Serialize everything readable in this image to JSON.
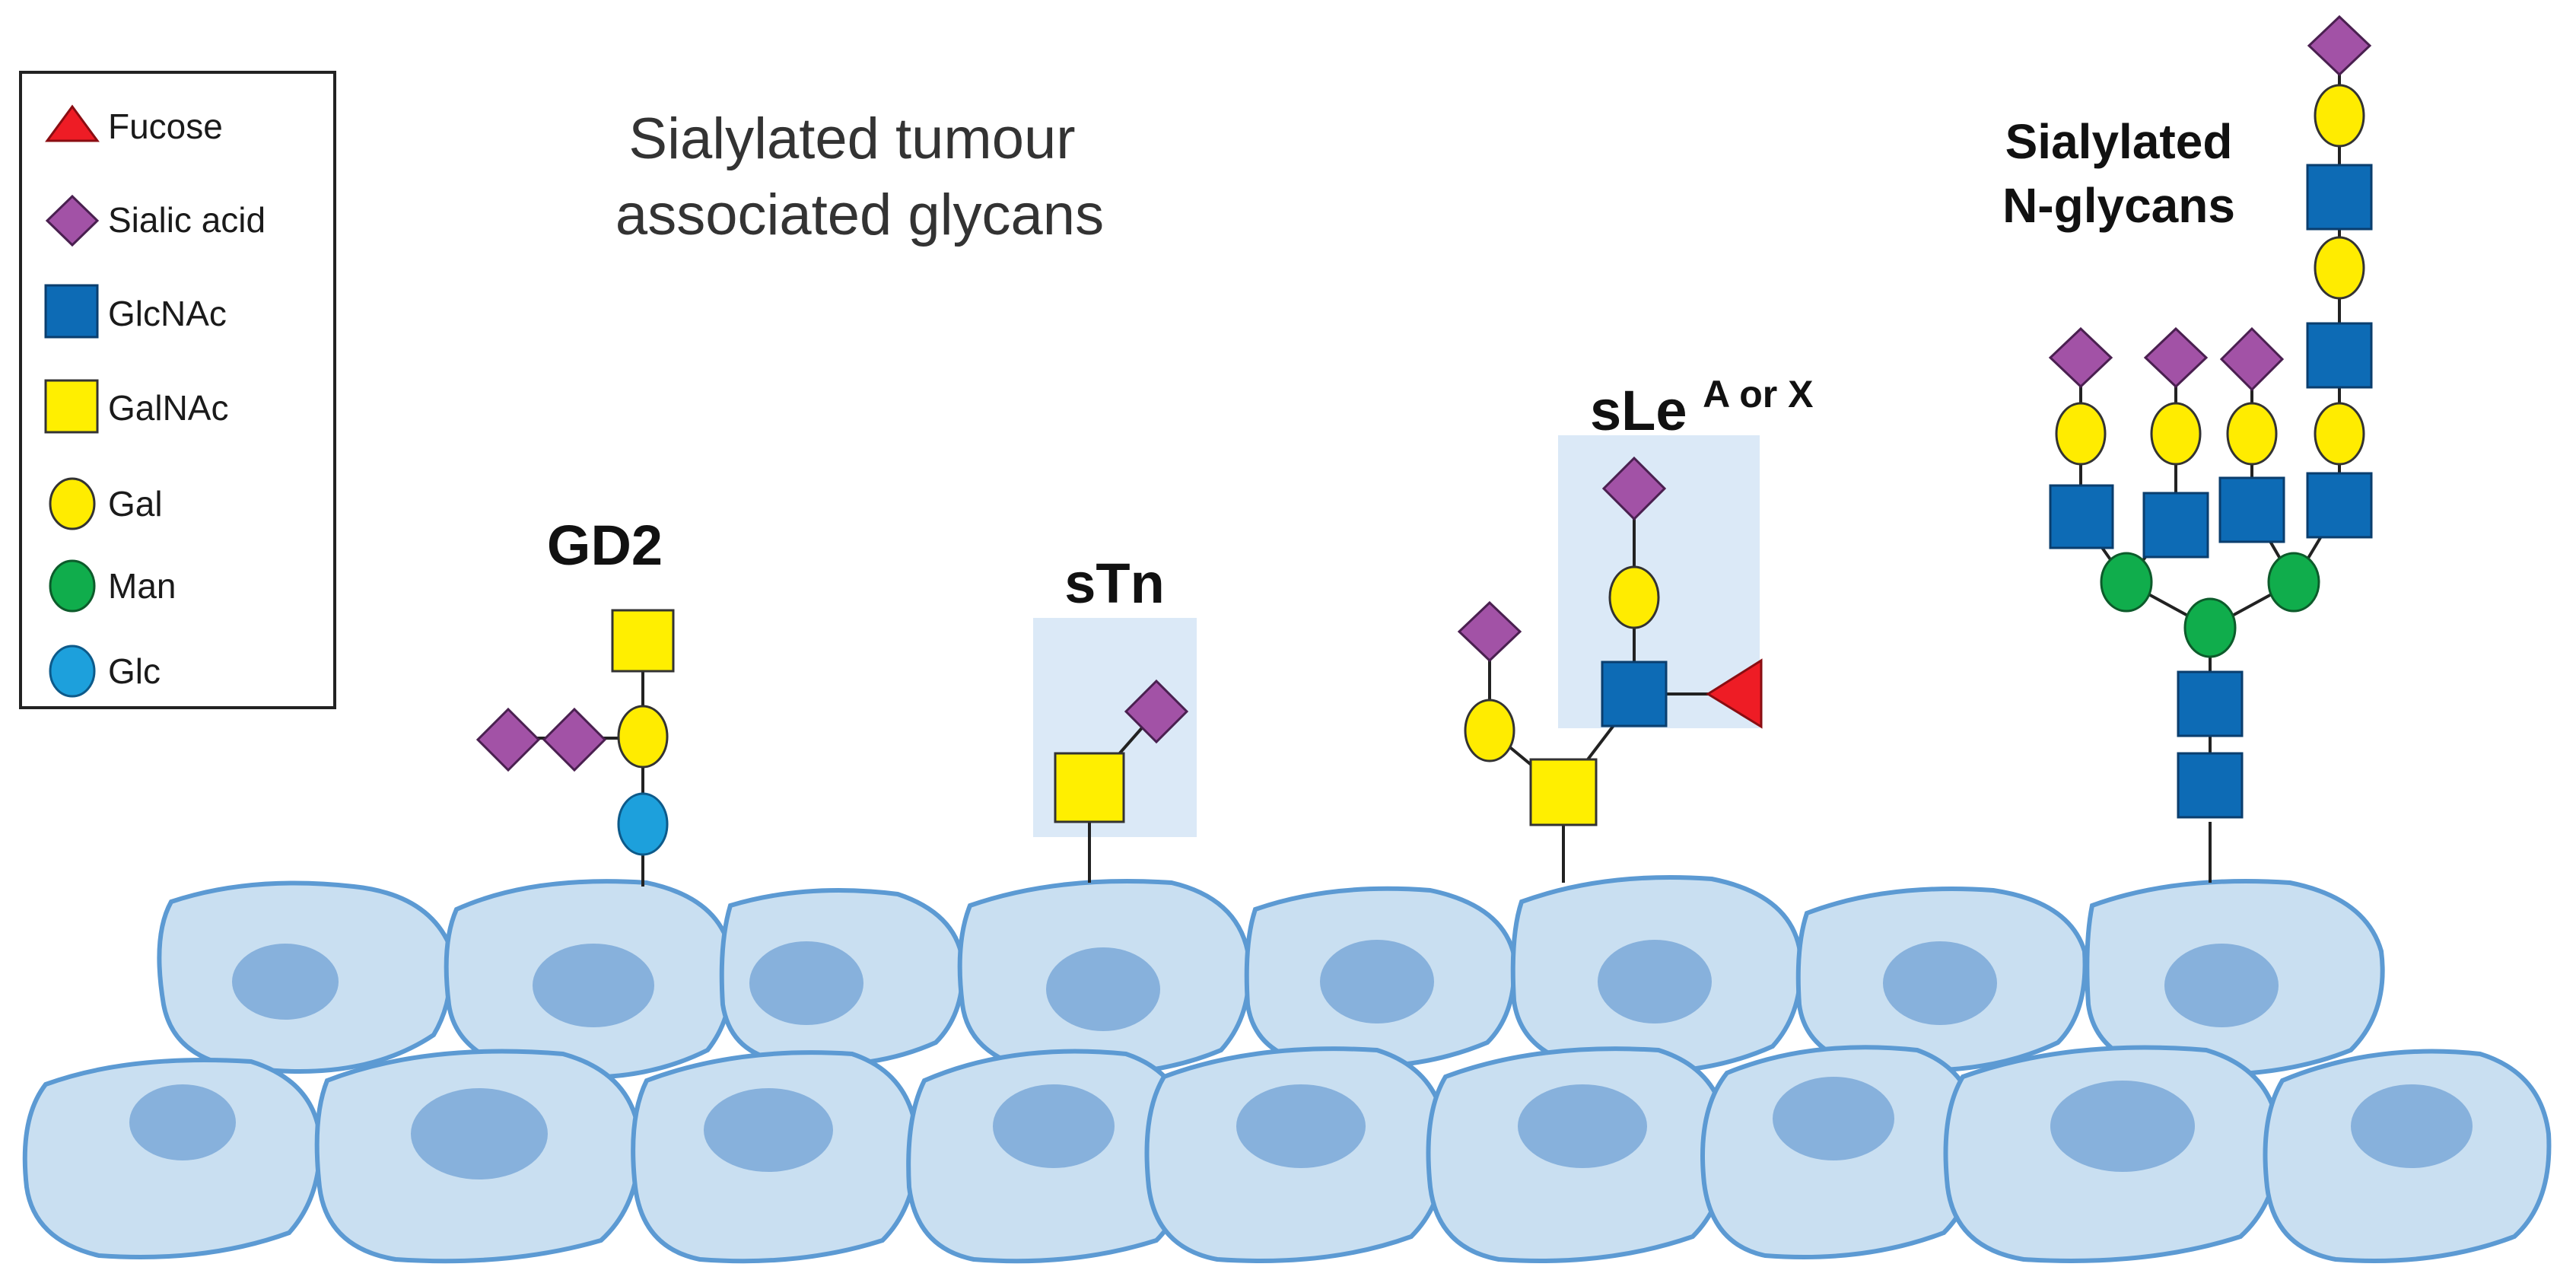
{
  "title": {
    "line1": "Sialylated tumour",
    "line2": "associated glycans"
  },
  "legend": {
    "items": [
      {
        "label": "Fucose",
        "symbol": "red-triangle"
      },
      {
        "label": "Sialic acid",
        "symbol": "purple-diamond"
      },
      {
        "label": "GlcNAc",
        "symbol": "blue-square"
      },
      {
        "label": "GalNAc",
        "symbol": "yellow-square"
      },
      {
        "label": "Gal",
        "symbol": "yellow-circle"
      },
      {
        "label": "Man",
        "symbol": "green-circle"
      },
      {
        "label": "Glc",
        "symbol": "cyan-circle"
      }
    ]
  },
  "labels": {
    "gd2": "GD2",
    "stn": "sTn",
    "sle_main": "sLe",
    "sle_sup": "A or X",
    "nglycans_line1": "Sialylated",
    "nglycans_line2": "N-glycans"
  },
  "colors": {
    "fucose": "#ee1c25",
    "sialic_acid": "#a252a6",
    "glcnac": "#0d6bb5",
    "galnac": "#ffef00",
    "gal": "#ffec00",
    "man": "#10ad4c",
    "glc": "#1da0dc",
    "cell_fill": "#c9dff1",
    "cell_outline": "#5c9ad3",
    "nucleus": "#87b1dc",
    "highlight_box": "#dbe9f7"
  }
}
